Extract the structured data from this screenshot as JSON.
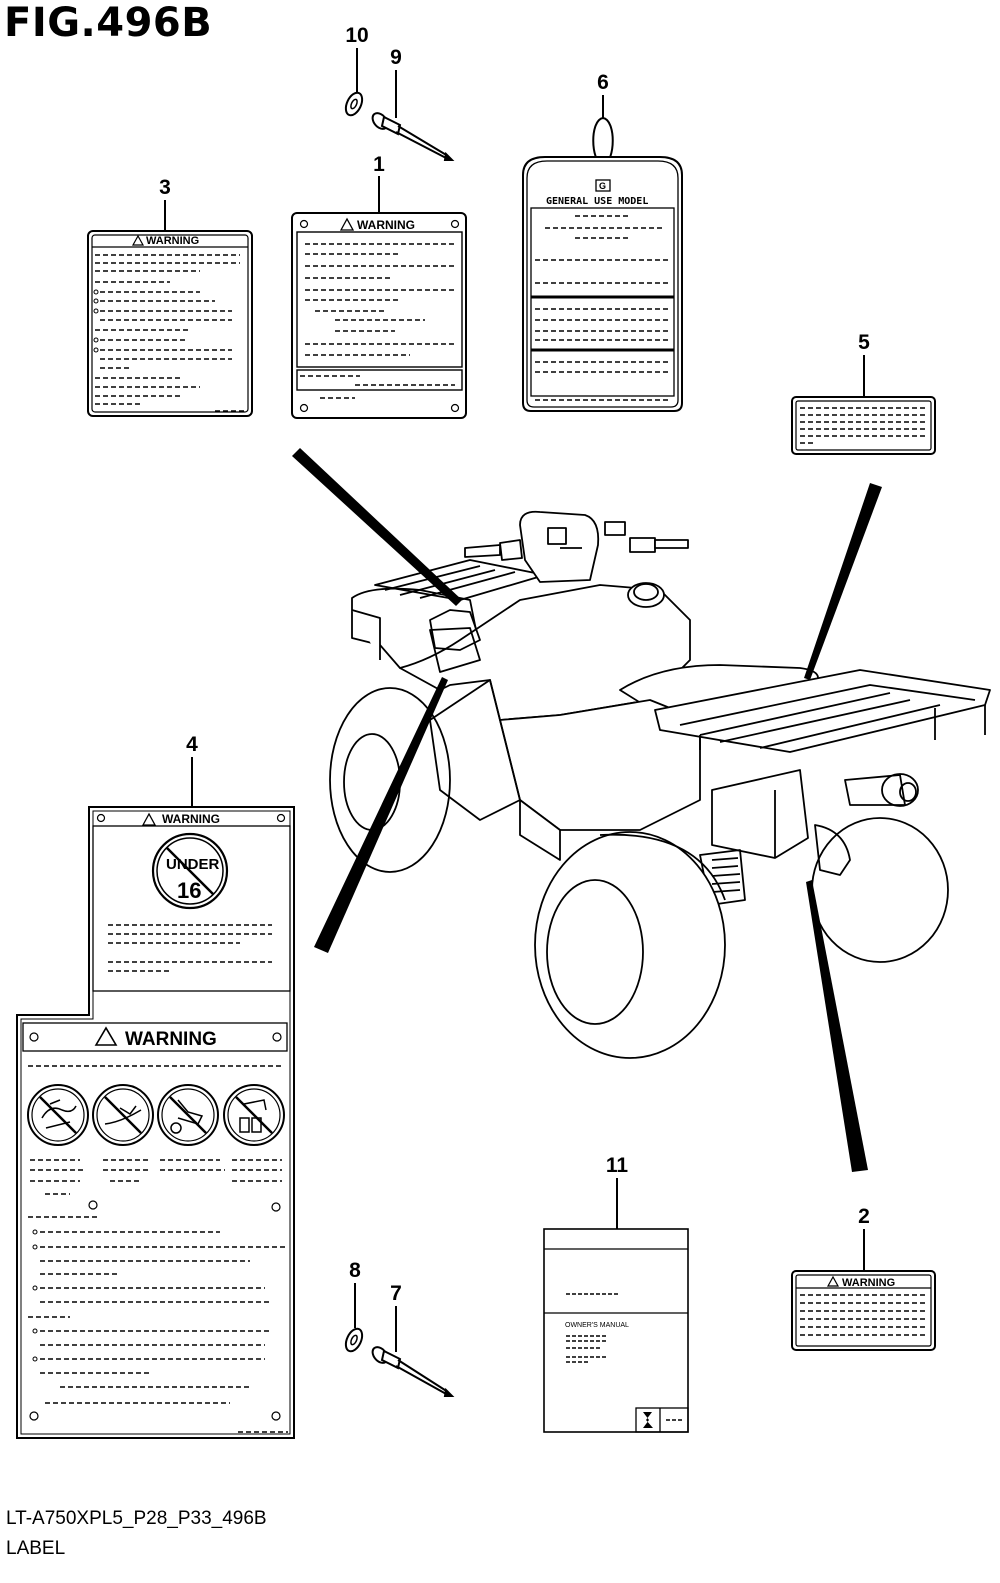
{
  "figure": {
    "title": "FIG.496B",
    "code": "LT-A750XPL5_P28_P33_496B",
    "section": "LABEL"
  },
  "callouts": {
    "c1": "1",
    "c2": "2",
    "c3": "3",
    "c4": "4",
    "c5": "5",
    "c6": "6",
    "c7": "7",
    "c8": "8",
    "c9": "9",
    "c10": "10",
    "c11": "11"
  },
  "label_text": {
    "warning": "WARNING",
    "general_use_model": "GENERAL USE MODEL",
    "under": "UNDER",
    "age": "16",
    "owners_manual": "OWNER'S MANUAL",
    "g_mark": "G"
  }
}
